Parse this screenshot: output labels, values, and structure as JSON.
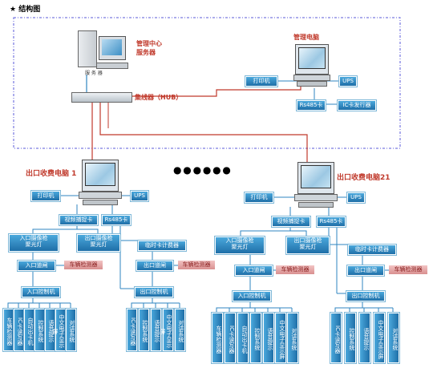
{
  "title": "★  结构图",
  "center": {
    "server_label": "管理中心\n服务器",
    "server_caption": "服 务 器",
    "hub_label": "集线器（HUB）",
    "mgmt_pc_label": "管理电脑",
    "printer": "打印机",
    "ups": "UPS",
    "rs485": "Rs485卡",
    "ic_issuer": "IC卡发行器"
  },
  "station1": {
    "pc_label": "出口收费电脑 1",
    "printer": "打印机",
    "ups": "UPS",
    "video_card": "视频捕捉卡",
    "rs485": "Rs485卡",
    "entry_camera": "入口摄像枪\n聚光灯",
    "exit_camera": "出口摄像枪\n聚光灯",
    "temp_card_meter": "临时卡计费器",
    "entry_gate": "入口道闸",
    "exit_gate": "出口道闸",
    "entry_detector": "车辆检测器",
    "exit_detector": "车辆检测器",
    "entry_controller": "入口控制机",
    "exit_controller": "出口控制机",
    "entry_subs": [
      "车辆检测器",
      "IC卡读写器",
      "自动出卡机",
      "控制系统",
      "语音提示",
      "中文电子显示屏",
      "对讲系统"
    ],
    "exit_subs": [
      "IC卡读写器",
      "控制系统",
      "语音提示",
      "中文电子显示屏",
      "对讲系统"
    ]
  },
  "station2": {
    "pc_label": "出口收费电脑21",
    "printer": "打印机",
    "ups": "UPS",
    "video_card": "视频捕捉卡",
    "rs485": "Rs485卡",
    "entry_camera": "入口摄像枪\n聚光灯",
    "exit_camera": "出口摄像枪\n聚光灯",
    "temp_card_meter": "临时卡计费器",
    "entry_gate": "入口道闸",
    "exit_gate": "出口道闸",
    "entry_detector": "车辆检测器",
    "exit_detector": "车辆检测器",
    "entry_controller": "入口控制机",
    "exit_controller": "出口控制机",
    "entry_subs": [
      "车辆检测器",
      "IC卡读写器",
      "自动出卡机",
      "控制系统",
      "语音提示",
      "中文电子显示屏",
      "对讲系统"
    ],
    "exit_subs": [
      "IC卡读写器",
      "控制系统",
      "语音提示",
      "中文电子显示屏",
      "对讲系统"
    ]
  },
  "ellipsis": "● ● ● ● ● ●",
  "colors": {
    "box": "#2f86c0",
    "detector": "#e0a0a0",
    "line_red": "#c0392b",
    "line_blue": "#2f86c0",
    "dash": "#5a5ad8"
  }
}
